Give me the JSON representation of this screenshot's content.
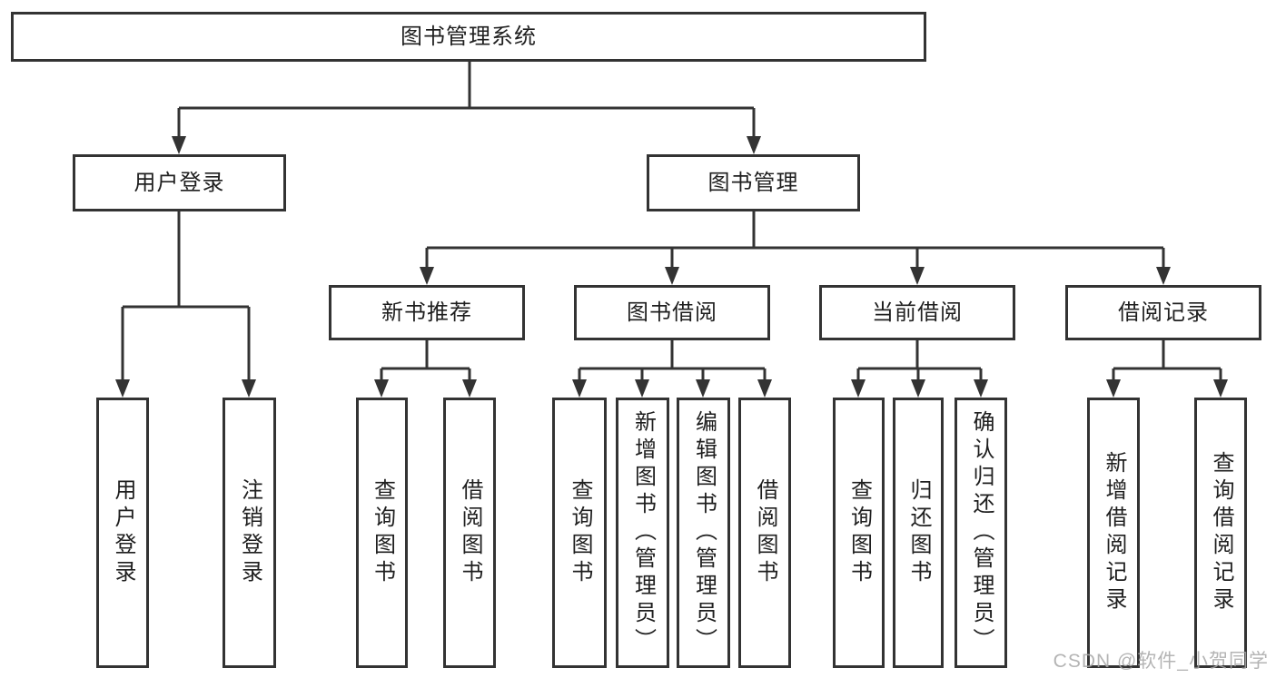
{
  "tree": {
    "label": "图书管理系统",
    "children": [
      {
        "label": "用户登录",
        "children": [
          {
            "label": "用户登录"
          },
          {
            "label": "注销登录"
          }
        ]
      },
      {
        "label": "图书管理",
        "children": [
          {
            "label": "新书推荐",
            "children": [
              {
                "label": "查询图书"
              },
              {
                "label": "借阅图书"
              }
            ]
          },
          {
            "label": "图书借阅",
            "children": [
              {
                "label": "查询图书"
              },
              {
                "label": "新增图书（管理员）"
              },
              {
                "label": "编辑图书（管理员）"
              },
              {
                "label": "借阅图书"
              }
            ]
          },
          {
            "label": "当前借阅",
            "children": [
              {
                "label": "查询图书"
              },
              {
                "label": "归还图书"
              },
              {
                "label": "确认归还（管理员）"
              }
            ]
          },
          {
            "label": "借阅记录",
            "children": [
              {
                "label": "新增借阅记录"
              },
              {
                "label": "查询借阅记录"
              }
            ]
          }
        ]
      }
    ]
  },
  "watermark": {
    "text": "CSDN @软件_小贺同学"
  },
  "colors": {
    "line": "#333333",
    "box_border": "#333333",
    "text": "#1f1f1f",
    "watermark": "#a8a8a8",
    "background": "#ffffff"
  }
}
